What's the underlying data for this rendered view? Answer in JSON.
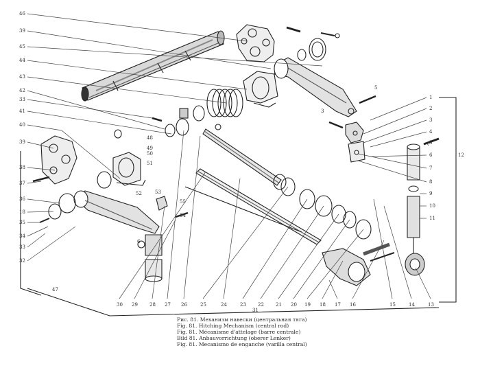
{
  "caption": [
    "Рис. 81. Механизм навески (центральная тяга)",
    "Fig. 81. Hitching Mechanism (central rod)",
    "Fig. 81. Mécanisme d'attelage (barre centrale)",
    "Bild 81. Anbauvorrichtung (oberer Lenker)",
    "Fig. 81. Mecanismo de enganche (varilla central)"
  ],
  "labels": {
    "left": [
      "46",
      "39",
      "45",
      "44",
      "43",
      "42",
      "33",
      "41",
      "40",
      "39",
      "38",
      "37",
      "36",
      "18",
      "35",
      "34",
      "33",
      "32"
    ],
    "right": [
      "1",
      "2",
      "3",
      "4",
      "5",
      "6",
      "7",
      "8",
      "9",
      "10",
      "11",
      "12"
    ],
    "bottom": [
      "30",
      "29",
      "28",
      "27",
      "26",
      "25",
      "24",
      "23",
      "22",
      "21",
      "20",
      "19",
      "18",
      "17",
      "16",
      "15",
      "14",
      "13"
    ],
    "middle": [
      "52",
      "53",
      "51",
      "48",
      "49",
      "50",
      "55",
      "54",
      "3",
      "5",
      "6",
      "31",
      "47"
    ]
  }
}
